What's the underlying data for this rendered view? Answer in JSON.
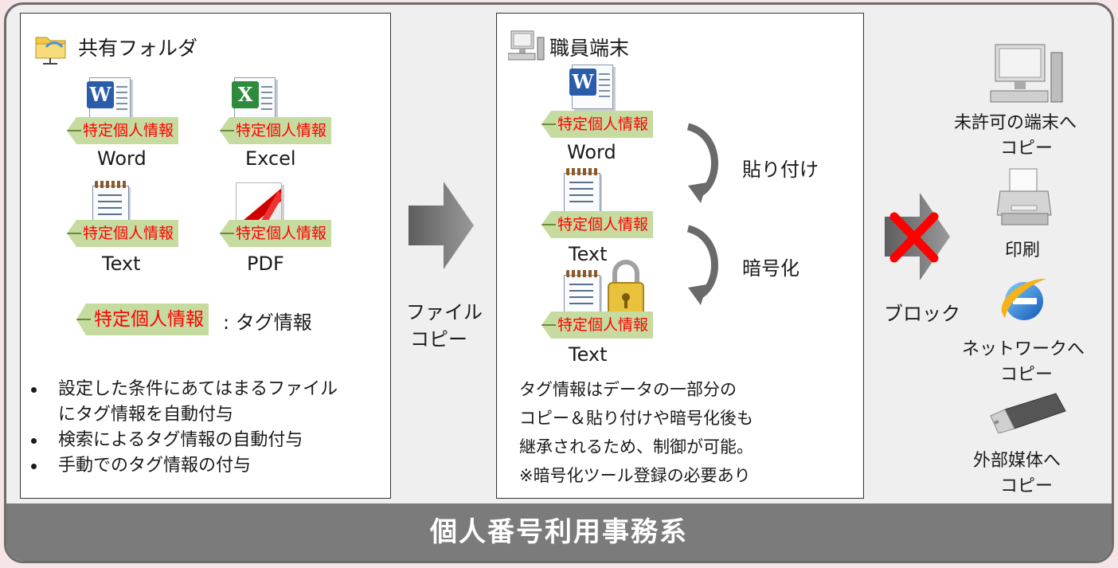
{
  "shared_folder": {
    "title": "共有フォルダ",
    "files": [
      {
        "icon": "word-file-icon",
        "tag": "特定個人情報",
        "label": "Word"
      },
      {
        "icon": "excel-file-icon",
        "tag": "特定個人情報",
        "label": "Excel"
      },
      {
        "icon": "text-file-icon",
        "tag": "特定個人情報",
        "label": "Text"
      },
      {
        "icon": "pdf-file-icon",
        "tag": "特定個人情報",
        "label": "PDF"
      }
    ],
    "legend": {
      "tag": "特定個人情報",
      "desc": ": タグ情報"
    },
    "bullets": [
      "設定した条件にあてはまるファイル\nにタグ情報を自動付与",
      "検索によるタグ情報の自動付与",
      "手動でのタグ情報の付与"
    ]
  },
  "file_copy": {
    "line1": "ファイル",
    "line2": "コピー"
  },
  "staff_terminal": {
    "title": "職員端末",
    "files": [
      {
        "tag": "特定個人情報",
        "label": "Word"
      },
      {
        "tag": "特定個人情報",
        "label": "Text"
      },
      {
        "tag": "特定個人情報",
        "label": "Text"
      }
    ],
    "paste_label": "貼り付け",
    "encrypt_label": "暗号化",
    "note": [
      "タグ情報はデータの一部分の",
      "コピー＆貼り付けや暗号化後も",
      "継承されるため、制御が可能。",
      "※暗号化ツール登録の必要あり"
    ]
  },
  "block": {
    "label": "ブロック"
  },
  "targets": [
    {
      "icon": "computer-icon",
      "line1": "未許可の端末へ",
      "line2": "コピー"
    },
    {
      "icon": "printer-icon",
      "line1": "印刷",
      "line2": ""
    },
    {
      "icon": "internet-explorer-icon",
      "line1": "ネットワークへ",
      "line2": "コピー"
    },
    {
      "icon": "usb-drive-icon",
      "line1": "外部媒体へ",
      "line2": "コピー"
    }
  ],
  "footer": {
    "title": "個人番号利用事務系"
  },
  "colors": {
    "tag_bg": "#c6dba0",
    "tag_text": "#ff0000",
    "footer_bg": "#7b7b7b",
    "block_x": "#ff0000"
  }
}
